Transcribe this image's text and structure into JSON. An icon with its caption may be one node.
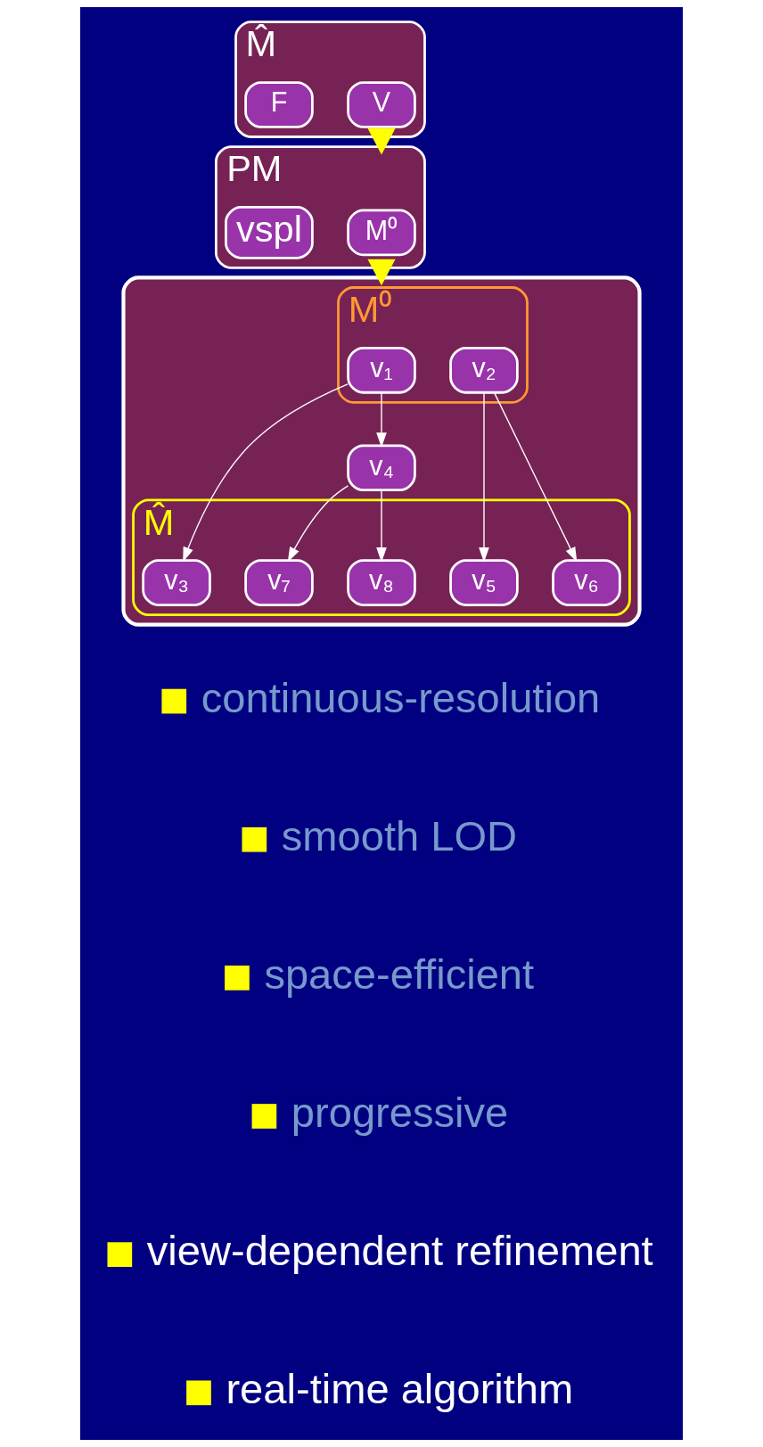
{
  "diagram": {
    "nodes": [
      {
        "text": [
          "M̂"
        ]
      },
      {
        "text": [
          "V"
        ],
        "in": 0
      },
      {
        "text": [
          "F"
        ],
        "in": 0
      },
      {
        "text": [
          "PM"
        ]
      },
      {
        "text": [
          "M⁰"
        ],
        "in": 3
      },
      {
        "text": [
          "vspl"
        ],
        "in": 3
      },
      {
        "text": [],
        "shape": "box"
      },
      {
        "text": [
          "M⁰"
        ],
        "in": 6
      },
      {
        "text": [
          "M̂"
        ],
        "in": 6
      },
      {
        "text": [
          "v₁"
        ],
        "in": 7
      },
      {
        "text": [
          "v₂"
        ],
        "in": 7
      },
      {
        "text": [
          "v₃"
        ],
        "in": 8
      },
      {
        "text": [
          "v₄"
        ],
        "in": 6
      },
      {
        "text": [
          "v₅"
        ],
        "in": 8
      },
      {
        "text": [
          "v₆"
        ],
        "in": 8
      },
      {
        "text": [
          "v₇"
        ],
        "in": 8
      },
      {
        "text": [
          "v₈"
        ],
        "in": 8
      }
    ],
    "edges": [
      {
        "from": 0,
        "to": 3,
        "arrow": "to",
        "style": "thick",
        "color": "#ffff00"
      },
      {
        "from": 3,
        "to": 6,
        "arrow": "to",
        "style": "thick",
        "color": "#ffff00"
      },
      {
        "from": 9,
        "to": 11,
        "arrow": "to"
      },
      {
        "from": 9,
        "to": 12,
        "arrow": "to"
      },
      {
        "from": 10,
        "to": 13,
        "arrow": "to"
      },
      {
        "from": 10,
        "to": 14,
        "arrow": "to"
      },
      {
        "from": 12,
        "to": 15,
        "arrow": "to"
      },
      {
        "from": 12,
        "to": 16,
        "arrow": "to"
      }
    ],
    "labels": [
      "continuous-resolution",
      "smooth LOD",
      "space-efficient",
      "progressive",
      "view-dependent refinement",
      "real-time algorithm"
    ]
  }
}
